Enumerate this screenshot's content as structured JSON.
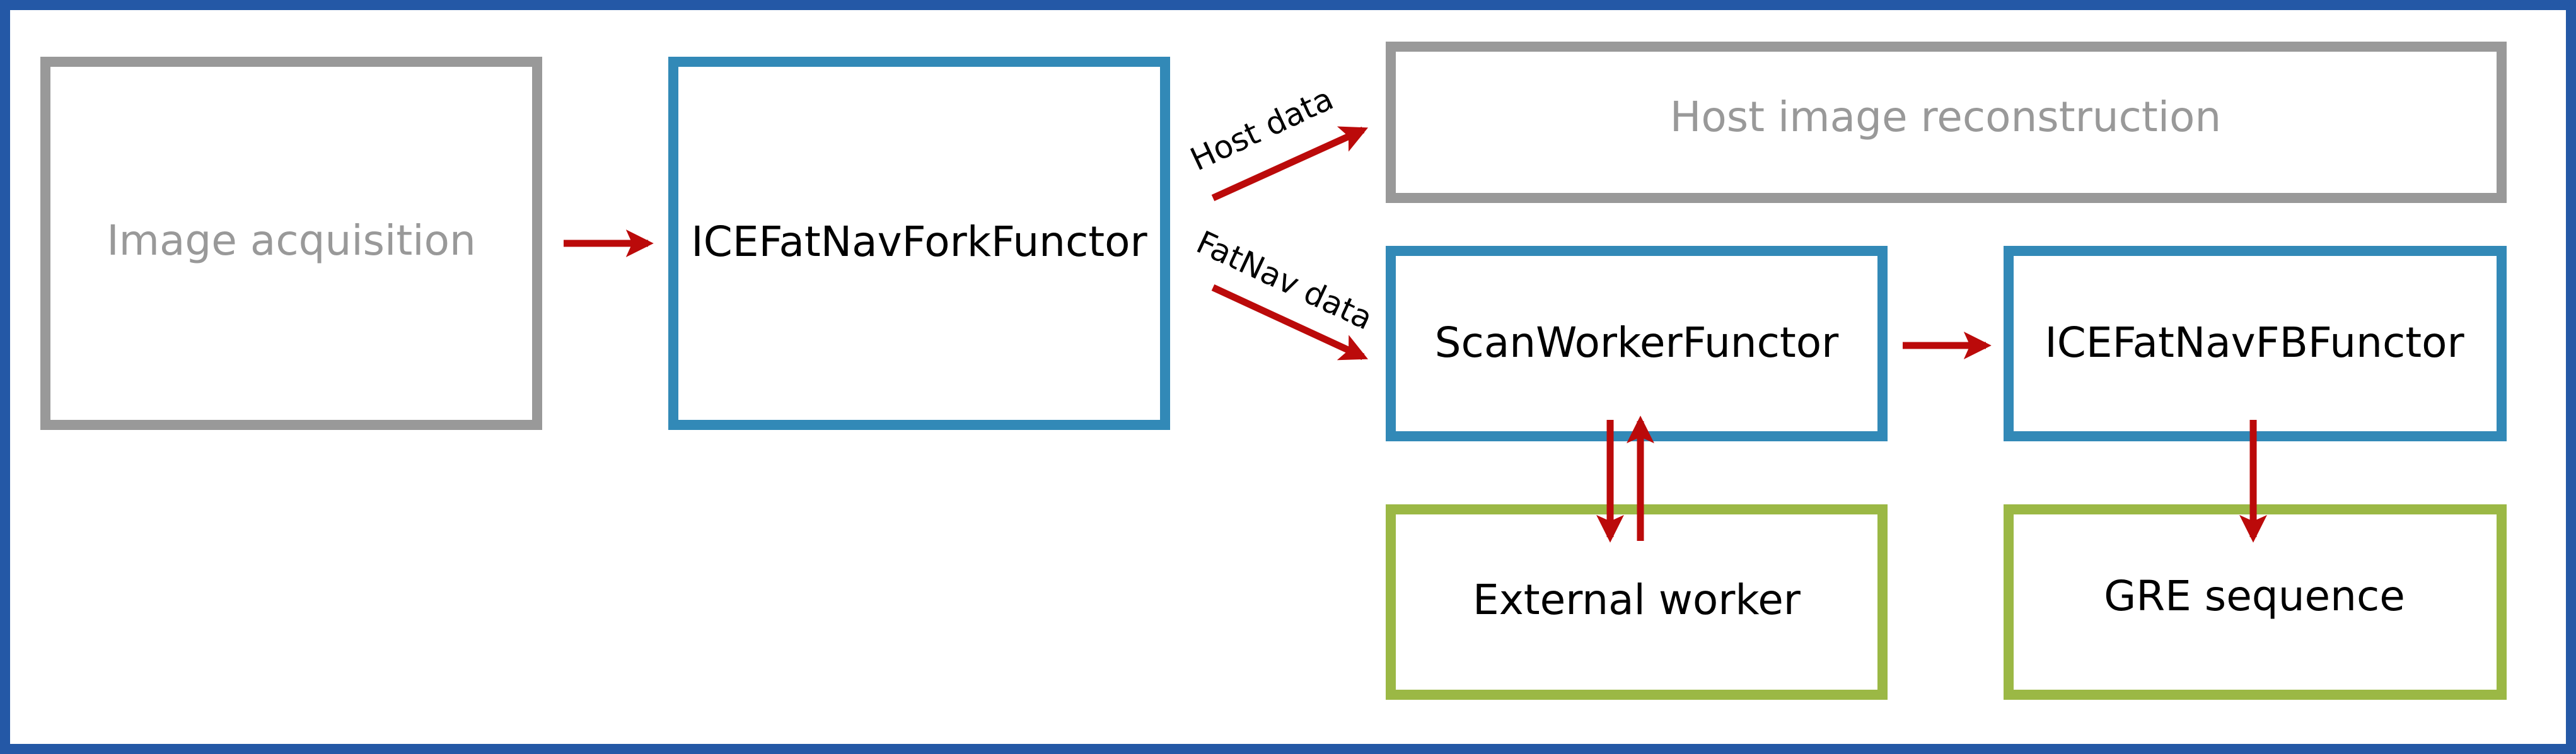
{
  "colors": {
    "frame": "#2458a6",
    "gray_box": "#999999",
    "gray_text": "#999999",
    "blue_box": "#3289b7",
    "green_box": "#9bb845",
    "arrow": "#bb0a0a",
    "text": "#000000"
  },
  "nodes": {
    "image_acquisition": "Image acquisition",
    "fork_functor": "ICEFatNavForkFunctor",
    "host_reconstruction": "Host image reconstruction",
    "scan_worker_functor": "ScanWorkerFunctor",
    "fb_functor": "ICEFatNavFBFunctor",
    "external_worker": "External worker",
    "gre_sequence": "GRE sequence"
  },
  "edge_labels": {
    "host_data": "Host data",
    "fatnav_data": "FatNav data"
  }
}
